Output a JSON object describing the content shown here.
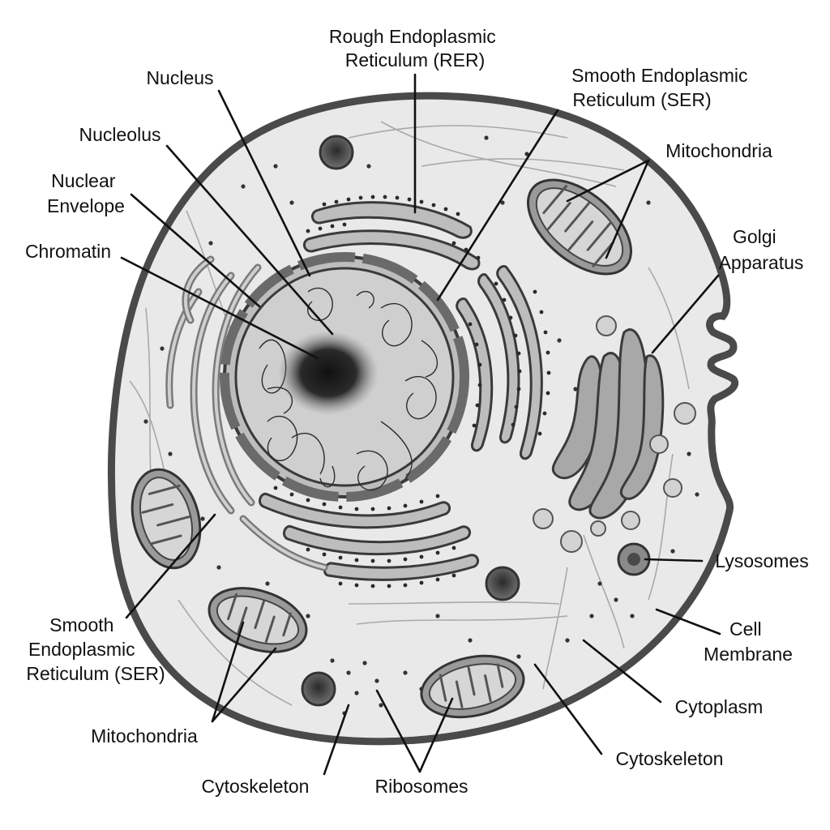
{
  "labels": {
    "rer": [
      "Rough Endoplasmic",
      "Reticulum (RER)"
    ],
    "nucleus": "Nucleus",
    "ser_top": [
      "Smooth Endoplasmic",
      "Reticulum (SER)"
    ],
    "nucleolus": "Nucleolus",
    "mitochondria_top": "Mitochondria",
    "nuclear_envelope": [
      "Nuclear",
      "Envelope"
    ],
    "golgi": [
      "Golgi",
      "Apparatus"
    ],
    "chromatin": "Chromatin",
    "lysosomes": "Lysosomes",
    "cell_membrane": [
      "Cell",
      "Membrane"
    ],
    "ser_bottom": [
      "Smooth",
      "Endoplasmic",
      "Reticulum (SER)"
    ],
    "cytoplasm": "Cytoplasm",
    "mitochondria_bottom": "Mitochondria",
    "cytoskeleton_right": "Cytoskeleton",
    "cytoskeleton_bottom": "Cytoskeleton",
    "ribosomes": "Ribosomes"
  },
  "colors": {
    "membrane": "#4a4a4a",
    "cytoplasm": "#e9e9e9",
    "nucleoplasm": "#cfcfcf",
    "nucleolus": "#1e1e1e",
    "text": "#111111"
  }
}
